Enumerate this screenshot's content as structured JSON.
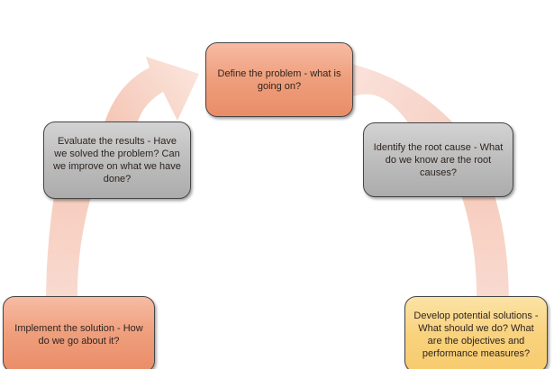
{
  "diagram": {
    "type": "cycle-flow",
    "background_color": "#ffffff",
    "connector_color": "#f7d2c7",
    "connector_light_color": "#fae3db",
    "node_border_color": "#454545",
    "text_color": "#2e2420",
    "nodes": [
      {
        "id": "define-problem",
        "label": "Define the problem - what is going on?",
        "fill_top": "#f7bba4",
        "fill_bottom": "#ea8c68",
        "position": "top-center"
      },
      {
        "id": "identify-root-cause",
        "label": "Identify the root cause - What do we know are the root causes?",
        "fill_top": "#d3d3d3",
        "fill_bottom": "#acacac",
        "position": "right"
      },
      {
        "id": "develop-potential-solutions",
        "label": "Develop potential solutions - What should we do? What are the objectives and performance measures?",
        "fill_top": "#fbe3a6",
        "fill_bottom": "#f7cb6e",
        "position": "bottom-right"
      },
      {
        "id": "implement-solution",
        "label": "Implement the solution - How do we go about it?",
        "fill_top": "#f7bba4",
        "fill_bottom": "#ea8c68",
        "position": "bottom-left"
      },
      {
        "id": "evaluate-results",
        "label": "Evaluate the results - Have we solved the problem? Can we improve on what we have done?",
        "fill_top": "#d3d3d3",
        "fill_bottom": "#acacac",
        "position": "left"
      }
    ],
    "connections": [
      {
        "from": "evaluate-results",
        "to": "define-problem",
        "arrowhead": true
      },
      {
        "from": "define-problem",
        "to": "identify-root-cause",
        "arrowhead": false
      },
      {
        "from": "identify-root-cause",
        "to": "develop-potential-solutions",
        "arrowhead": false
      },
      {
        "from": "implement-solution",
        "to": "evaluate-results",
        "arrowhead": false
      }
    ]
  }
}
